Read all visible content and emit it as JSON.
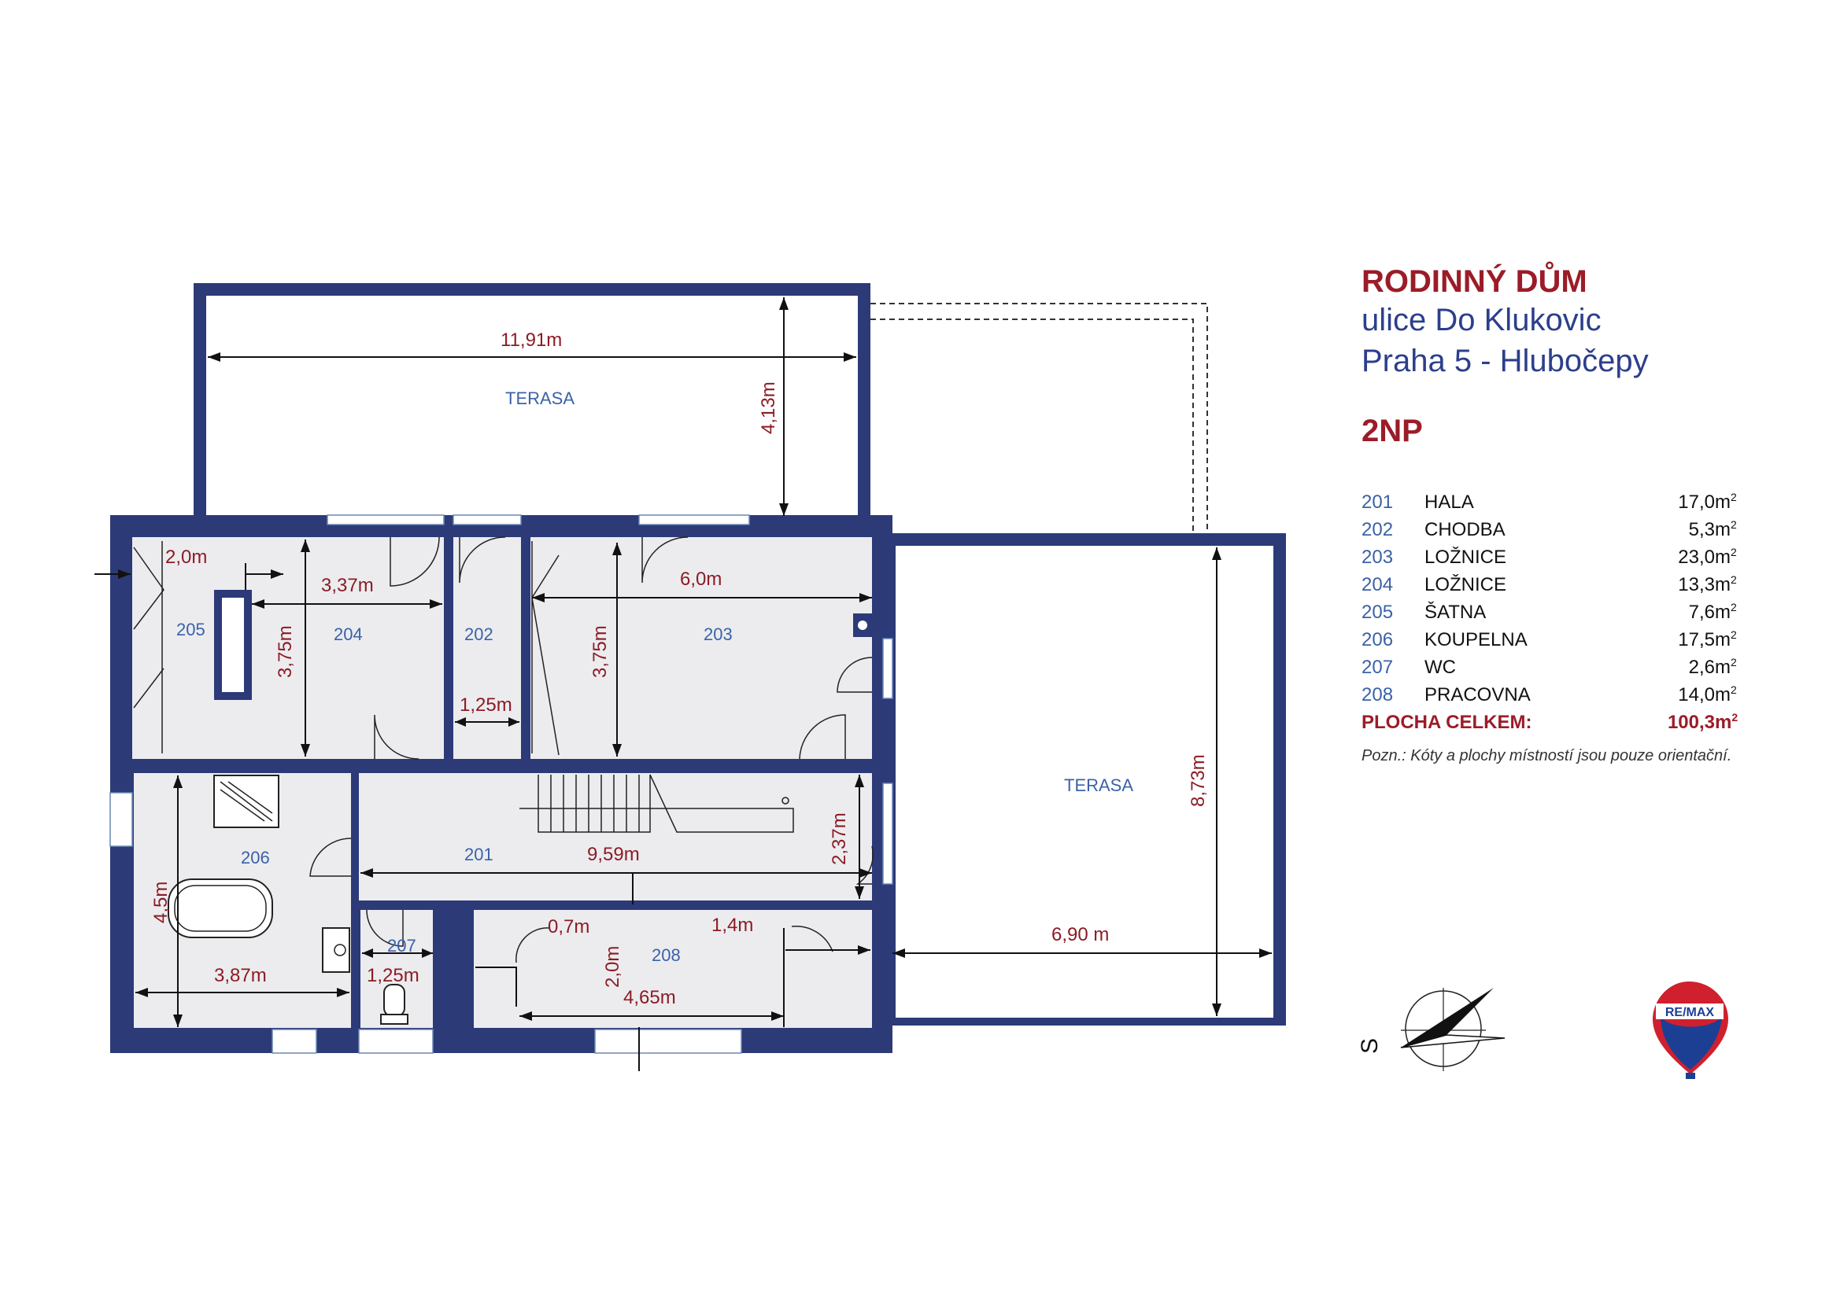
{
  "header": {
    "title": "RODINNÝ DŮM",
    "street": "ulice Do Klukovic",
    "city": "Praha 5 - Hlubočepy",
    "floor": "2NP"
  },
  "rooms": [
    {
      "num": "201",
      "name": "HALA",
      "area": "17,0",
      "unit": "m"
    },
    {
      "num": "202",
      "name": "CHODBA",
      "area": "5,3",
      "unit": "m"
    },
    {
      "num": "203",
      "name": "LOŽNICE",
      "area": "23,0",
      "unit": "m"
    },
    {
      "num": "204",
      "name": "LOŽNICE",
      "area": "13,3",
      "unit": "m"
    },
    {
      "num": "205",
      "name": "ŠATNA",
      "area": "7,6",
      "unit": "m"
    },
    {
      "num": "206",
      "name": "KOUPELNA",
      "area": "17,5",
      "unit": "m"
    },
    {
      "num": "207",
      "name": "WC",
      "area": "2,6",
      "unit": "m"
    },
    {
      "num": "208",
      "name": "PRACOVNA",
      "area": "14,0",
      "unit": "m"
    }
  ],
  "total": {
    "label": "PLOCHA CELKEM:",
    "area": "100,3",
    "unit": "m"
  },
  "note": "Pozn.: Kóty a plochy místností jsou pouze orientační.",
  "plan": {
    "labels": {
      "terasa_top": "TERASA",
      "terasa_right": "TERASA",
      "r201": "201",
      "r202": "202",
      "r203": "203",
      "r204": "204",
      "r205": "205",
      "r206": "206",
      "r207": "207",
      "r208": "208"
    },
    "dims": {
      "d11_91": "11,91m",
      "d4_13": "4,13m",
      "d2_0a": "2,0m",
      "d3_37": "3,37m",
      "d3_75a": "3,75m",
      "d6_0": "6,0m",
      "d3_75b": "3,75m",
      "d1_25a": "1,25m",
      "d9_59": "9,59m",
      "d2_37": "2,37m",
      "d4_5": "4,5m",
      "d3_87": "3,87m",
      "d1_25b": "1,25m",
      "d0_7": "0,7m",
      "d1_4": "1,4m",
      "d2_0b": "2,0m",
      "d4_65": "4,65m",
      "d6_90": "6,90 m",
      "d8_73": "8,73m"
    },
    "compass_letter": "S"
  },
  "logo": {
    "text": "RE/MAX",
    "colors": {
      "red": "#d0202e",
      "blue": "#1c3f94",
      "white": "#ffffff"
    }
  },
  "colors": {
    "wall": "#2c3a78",
    "dimension": "#8b1c24",
    "room_number": "#3b62a8",
    "title": "#9b1c28"
  }
}
